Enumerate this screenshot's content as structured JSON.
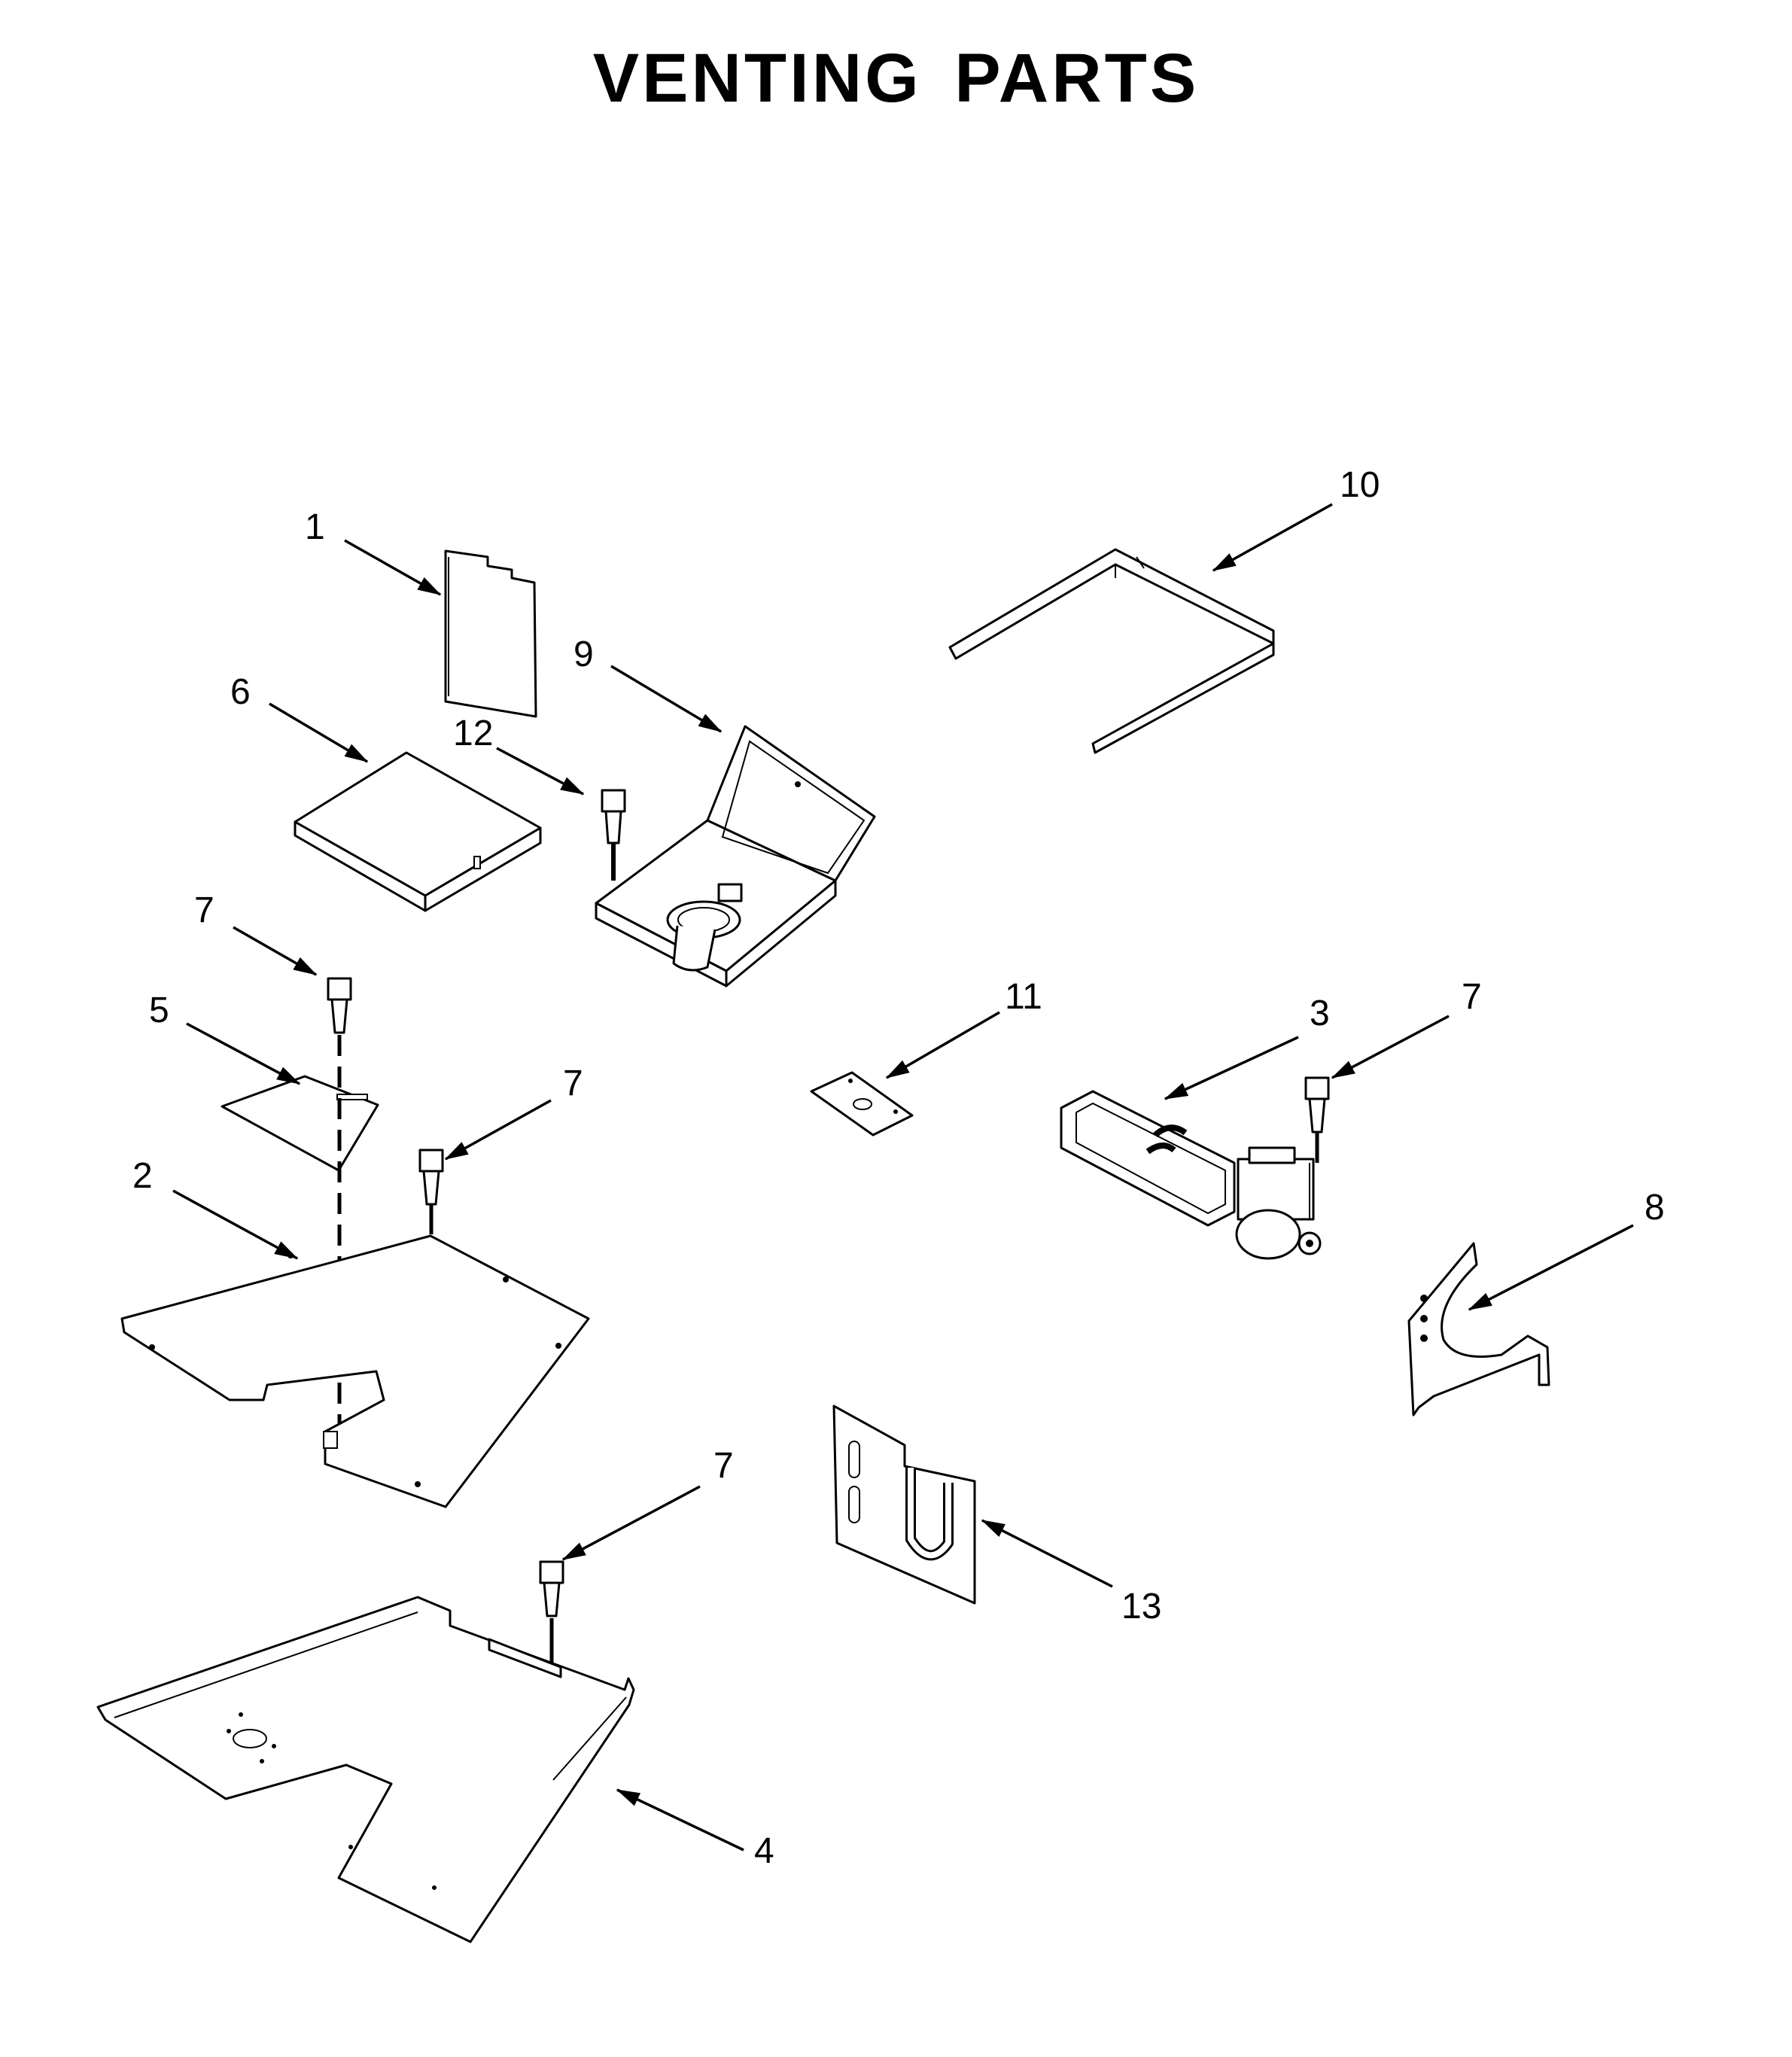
{
  "title": "VENTING PARTS",
  "callouts": [
    "1",
    "2",
    "3",
    "4",
    "5",
    "6",
    "7",
    "8",
    "9",
    "10",
    "11",
    "12",
    "13"
  ],
  "callout_labels": {
    "c1": "1",
    "c2": "2",
    "c3": "3",
    "c4": "4",
    "c5": "5",
    "c6": "6",
    "c7a": "7",
    "c7b": "7",
    "c7c": "7",
    "c7d": "7",
    "c8": "8",
    "c9": "9",
    "c10": "10",
    "c11": "11",
    "c12": "12",
    "c13": "13"
  }
}
